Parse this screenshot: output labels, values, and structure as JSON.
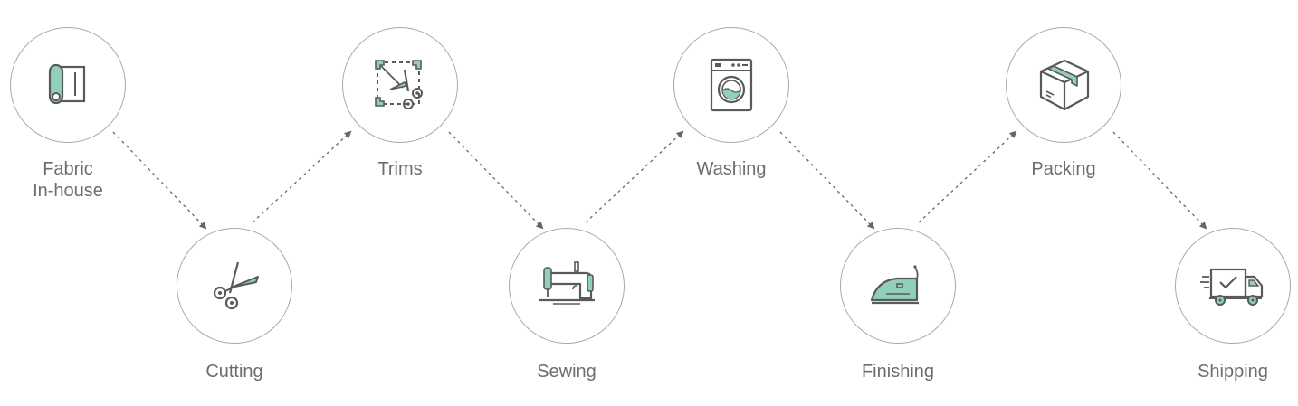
{
  "steps": [
    {
      "label": "Fabric",
      "label_line2": "In-house",
      "icon": "fabric-roll-icon"
    },
    {
      "label": "Cutting",
      "icon": "scissors-icon"
    },
    {
      "label": "Trims",
      "icon": "trim-cutting-icon"
    },
    {
      "label": "Sewing",
      "icon": "sewing-machine-icon"
    },
    {
      "label": "Washing",
      "icon": "washing-machine-icon"
    },
    {
      "label": "Finishing",
      "icon": "iron-icon"
    },
    {
      "label": "Packing",
      "icon": "package-box-icon"
    },
    {
      "label": "Shipping",
      "icon": "delivery-truck-icon"
    }
  ],
  "colors": {
    "accent": "#8fcfbb",
    "stroke": "#5a5a5a",
    "circle_border": "#a9a9a9",
    "label": "#6d6d6d",
    "connector": "#666666"
  }
}
